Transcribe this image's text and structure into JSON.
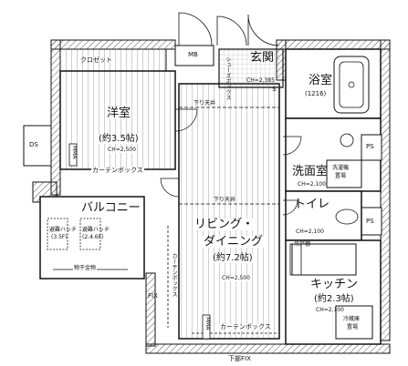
{
  "plan": {
    "rooms": {
      "western": {
        "name": "洋室",
        "size": "(約3.5帖)",
        "ch": "CH=2,500"
      },
      "living": {
        "name_line1": "リビング・",
        "name_line2": "ダイニング",
        "size": "(約7.2帖)",
        "ch": "CH=2,500"
      },
      "kitchen": {
        "name": "キッチン",
        "size": "(約2.3帖)",
        "ch": "CH=2,100"
      },
      "entrance": {
        "name": "玄関",
        "ch": "CH=2,385"
      },
      "bath": {
        "name": "浴室",
        "size": "(1216)"
      },
      "washroom": {
        "name": "洗面室",
        "ch": "CH=2,100"
      },
      "toilet": {
        "name": "トイレ",
        "ch": "CH=2,100"
      },
      "balcony": {
        "name": "バルコニー"
      }
    },
    "labels": {
      "mb": "MB",
      "closet": "クロゼット",
      "shoe_box": "シューズボックス",
      "s": "S",
      "ds": "DS",
      "ps_top": "PS",
      "ps_bottom": "PS",
      "mma_left": "MMA",
      "mma_bottom": "MMA",
      "ceiling_drop_top": "下り天井",
      "ceiling_drop_mid": "下り天井",
      "curtain_box_top": "カーテンボックス",
      "curtain_box_bottom": "カーテンボックス",
      "curtain_box_vertical": "カーテンボックス",
      "washer_line1": "洗濯機",
      "washer_line2": "置場",
      "fridge_line1": "冷蔵庫",
      "fridge_line2": "置場",
      "hanging_cabinet": "吊戸棚",
      "hatch1_name": "避難ハッチ",
      "hatch1_size": "(3.5F)",
      "hatch2_name": "避難ハッチ",
      "hatch2_size": "(2.4.6F)",
      "drying_rack": "物干金物",
      "fix_left": "FIX",
      "fix_bottom": "下部FIX"
    }
  }
}
